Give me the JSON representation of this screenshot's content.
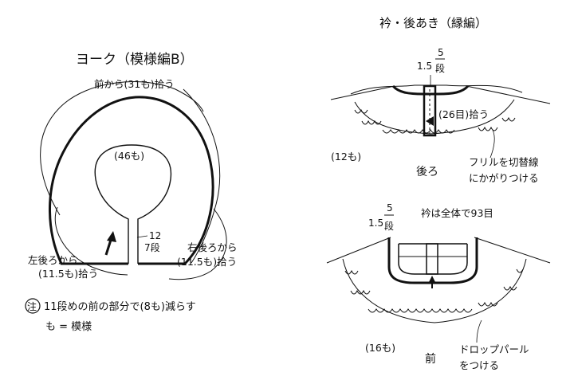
{
  "left": {
    "title": "ヨーク（模様編B）",
    "top_pickup": "前から(31も)拾う",
    "inner_count": "(46も)",
    "slit_num": "12",
    "slit_rows": "7段",
    "left_back_line1": "左後ろから",
    "left_back_line2": "(11.5も)拾う",
    "right_back_line1": "右後ろから",
    "right_back_line2": "(11.5も)拾う",
    "note_mark": "注",
    "note_line1": "11段めの前の部分で(8も)減らす",
    "note_line2": "も = 模様"
  },
  "right": {
    "title": "衿・後あき（縁編）",
    "back": {
      "rows_num": "1.5",
      "rows_den": "5",
      "rows_unit": "段",
      "pickup": "(26目)拾う",
      "count": "(12も)",
      "label": "後ろ",
      "frill_line1": "フリルを切替線",
      "frill_line2": "にかがりつける"
    },
    "front": {
      "rows_num": "1.5",
      "rows_den": "5",
      "rows_unit": "段",
      "total": "衿は全体で93目",
      "count": "(16も)",
      "label": "前",
      "drop_line1": "ドロップパール",
      "drop_line2": "をつける"
    }
  }
}
